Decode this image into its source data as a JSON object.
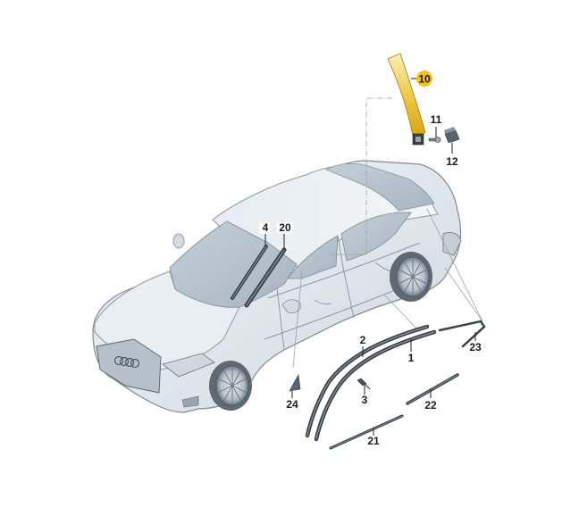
{
  "diagram": {
    "title": "Body trim / window seal parts diagram",
    "highlight_color": "#f2c21b",
    "part_labels": [
      {
        "id": "10",
        "highlighted": true
      },
      {
        "id": "11"
      },
      {
        "id": "12"
      },
      {
        "id": "4"
      },
      {
        "id": "20"
      },
      {
        "id": "2"
      },
      {
        "id": "1"
      },
      {
        "id": "3"
      },
      {
        "id": "23"
      },
      {
        "id": "22"
      },
      {
        "id": "21"
      },
      {
        "id": "24"
      }
    ],
    "labels": {
      "p10": "10",
      "p11": "11",
      "p12": "12",
      "p4": "4",
      "p20": "20",
      "p2": "2",
      "p1": "1",
      "p3": "3",
      "p23": "23",
      "p22": "22",
      "p21": "21",
      "p24": "24"
    }
  }
}
